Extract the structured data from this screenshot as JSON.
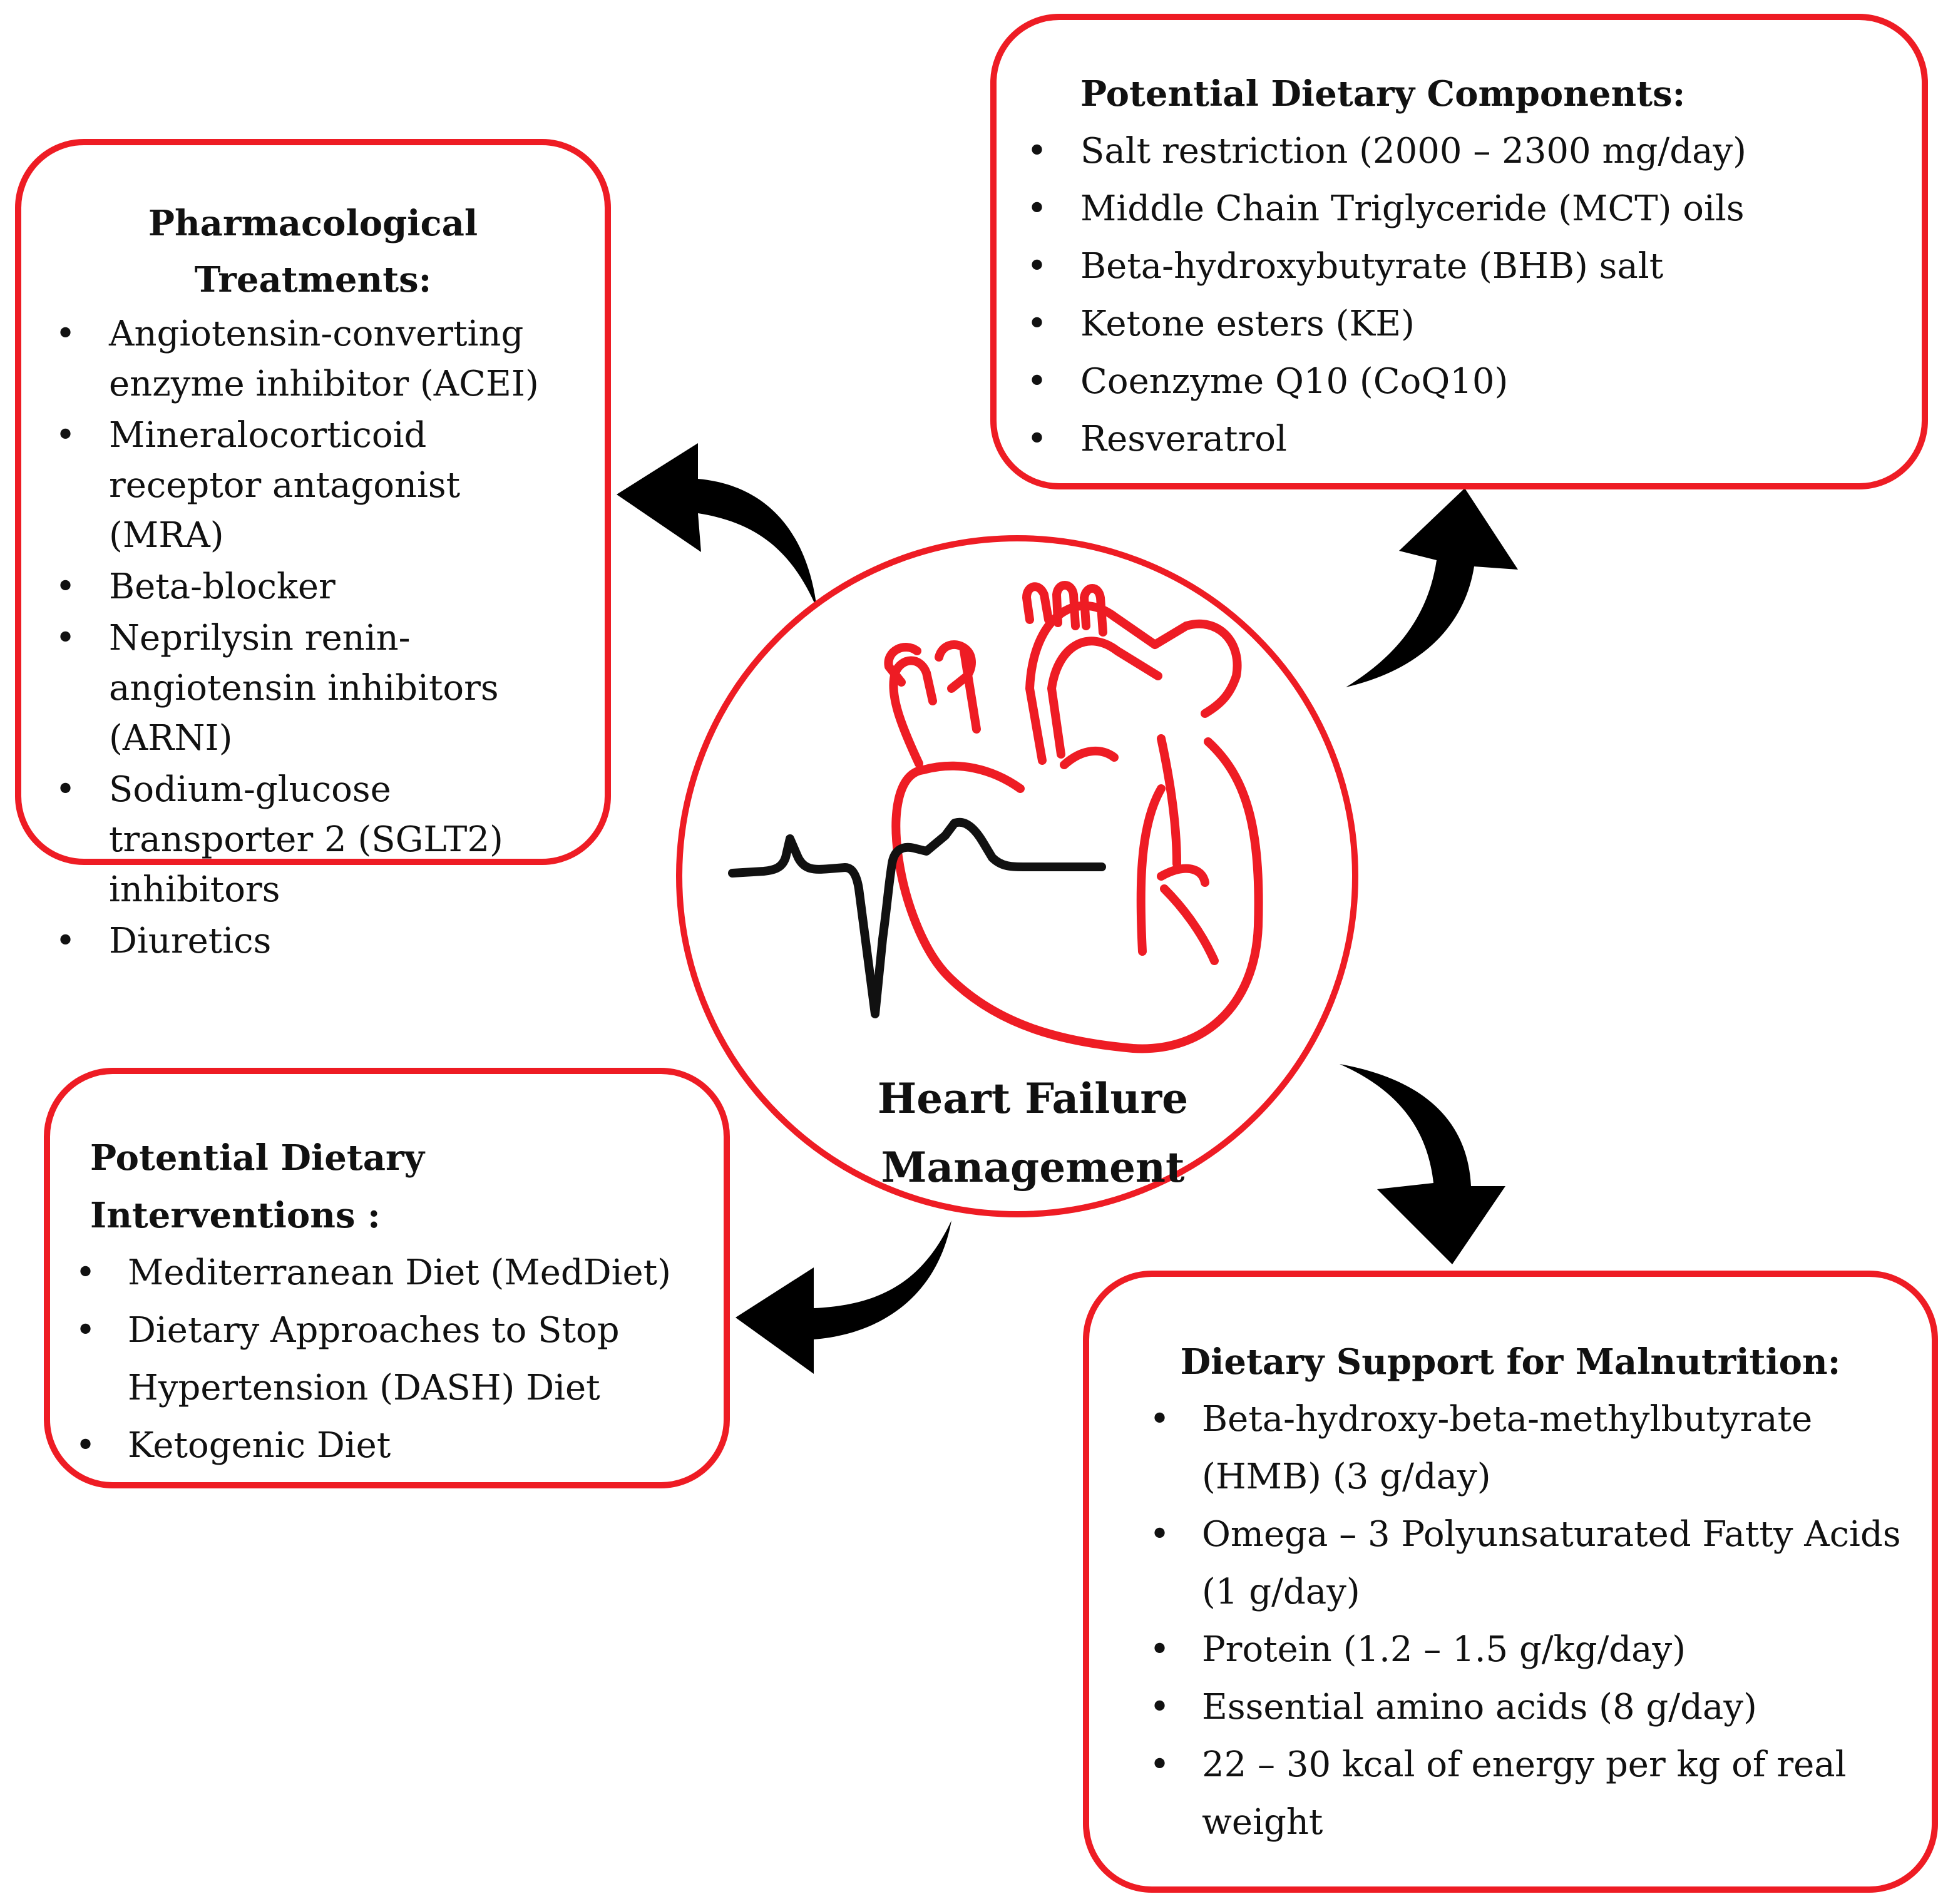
{
  "center": {
    "title_line1": "Heart Failure",
    "title_line2": "Management"
  },
  "pharmacological": {
    "title_line1": "Pharmacological",
    "title_line2": "Treatments:",
    "items": [
      "Angiotensin-converting enzyme inhibitor (ACEI)",
      "Mineralocorticoid receptor antagonist (MRA)",
      "Beta-blocker",
      "Neprilysin renin-angiotensin inhibitors (ARNI)",
      "Sodium-glucose transporter 2 (SGLT2) inhibitors",
      "Diuretics"
    ]
  },
  "dietary_components": {
    "title": "Potential Dietary Components:",
    "items": [
      "Salt restriction (2000 – 2300 mg/day)",
      "Middle Chain Triglyceride (MCT) oils",
      "Beta-hydroxybutyrate (BHB) salt",
      "Ketone esters (KE)",
      "Coenzyme Q10 (CoQ10)",
      "Resveratrol"
    ]
  },
  "dietary_interventions": {
    "title": "Potential Dietary Interventions :",
    "items": [
      "Mediterranean Diet (MedDiet)",
      "Dietary Approaches to Stop Hypertension (DASH) Diet",
      "Ketogenic Diet"
    ]
  },
  "malnutrition_support": {
    "title": "Dietary Support for Malnutrition:",
    "items": [
      "Beta-hydroxy-beta-methylbutyrate (HMB) (3 g/day)",
      "Omega – 3 Polyunsaturated Fatty Acids (1 g/day)",
      "Protein (1.2 – 1.5 g/kg/day)",
      "Essential amino acids (8 g/day)",
      "22 – 30 kcal of energy per kg of real weight"
    ]
  },
  "colors": {
    "accent": "#ee1c24",
    "arrow": "#000000",
    "ecg": "#111111"
  },
  "icons": [
    "heart-icon",
    "ecg-trace-icon",
    "curved-arrow-icon"
  ]
}
